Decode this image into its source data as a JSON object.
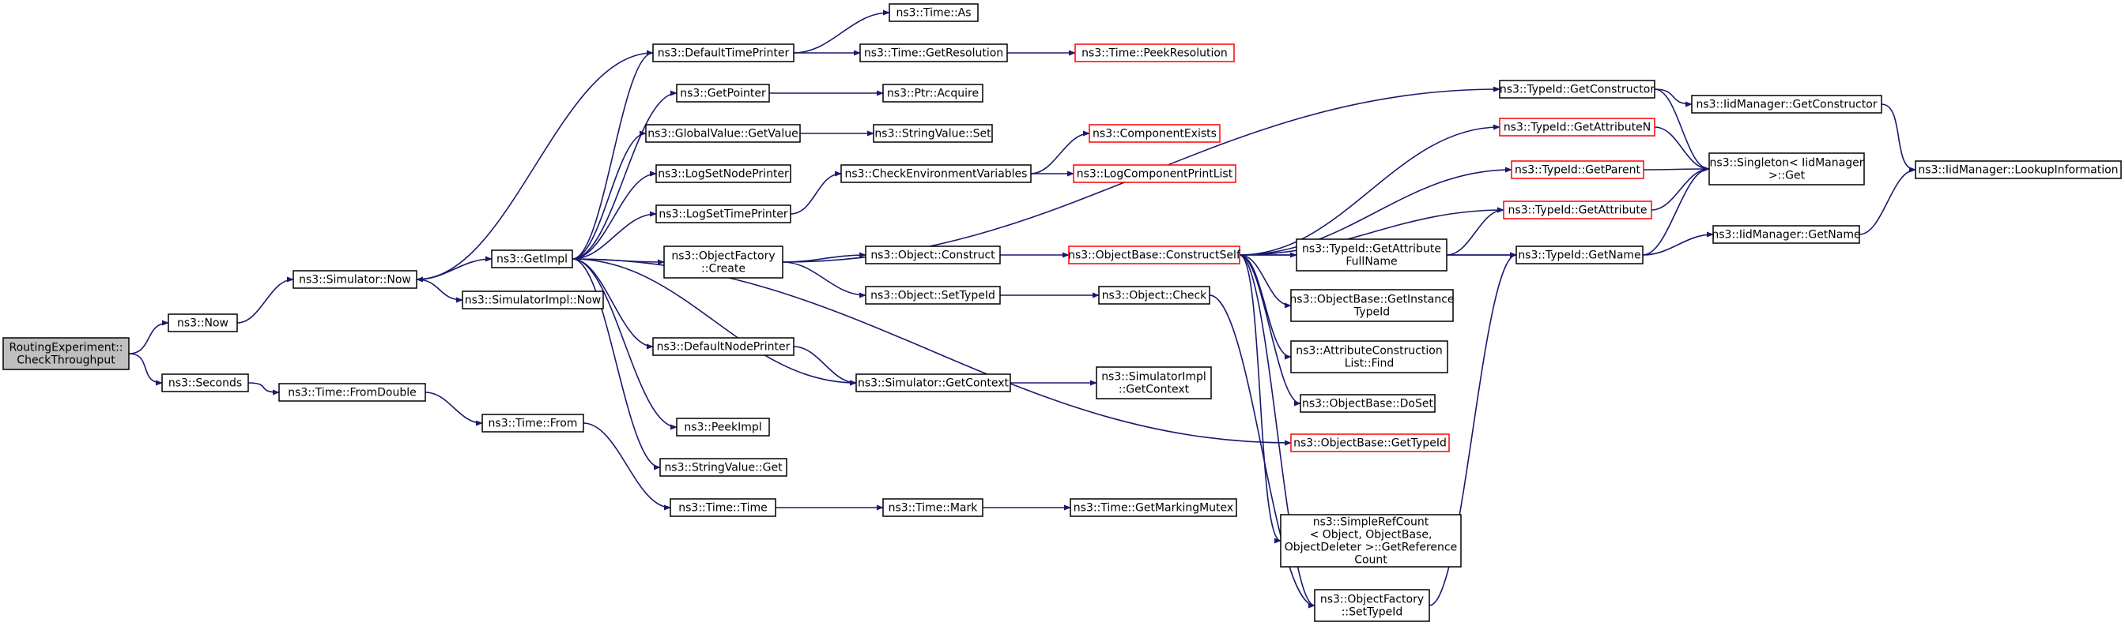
{
  "colors": {
    "edge": "#191970",
    "node_border": "#000000",
    "truncated_border": "#ff0000",
    "root_fill": "#bfbfbf"
  },
  "nodes": [
    {
      "id": "root",
      "lines": [
        "RoutingExperiment::",
        "CheckThroughput"
      ],
      "kind": "root"
    },
    {
      "id": "now",
      "lines": [
        "ns3::Now"
      ],
      "kind": "normal"
    },
    {
      "id": "seconds",
      "lines": [
        "ns3::Seconds"
      ],
      "kind": "normal"
    },
    {
      "id": "simnow",
      "lines": [
        "ns3::Simulator::Now"
      ],
      "kind": "normal"
    },
    {
      "id": "fromdouble",
      "lines": [
        "ns3::Time::FromDouble"
      ],
      "kind": "normal"
    },
    {
      "id": "getimpl",
      "lines": [
        "ns3::GetImpl"
      ],
      "kind": "normal"
    },
    {
      "id": "simimplnow",
      "lines": [
        "ns3::SimulatorImpl::Now"
      ],
      "kind": "normal"
    },
    {
      "id": "timefrom",
      "lines": [
        "ns3::Time::From"
      ],
      "kind": "normal"
    },
    {
      "id": "deftimeprinter",
      "lines": [
        "ns3::DefaultTimePrinter"
      ],
      "kind": "normal"
    },
    {
      "id": "getpointer",
      "lines": [
        "ns3::GetPointer"
      ],
      "kind": "normal"
    },
    {
      "id": "gvgetvalue",
      "lines": [
        "ns3::GlobalValue::GetValue"
      ],
      "kind": "normal"
    },
    {
      "id": "logsetnode",
      "lines": [
        "ns3::LogSetNodePrinter"
      ],
      "kind": "normal"
    },
    {
      "id": "logsettime",
      "lines": [
        "ns3::LogSetTimePrinter"
      ],
      "kind": "normal"
    },
    {
      "id": "objfactcreate",
      "lines": [
        "ns3::ObjectFactory",
        "::Create"
      ],
      "kind": "normal"
    },
    {
      "id": "defnodeprinter",
      "lines": [
        "ns3::DefaultNodePrinter"
      ],
      "kind": "normal"
    },
    {
      "id": "peekimpl",
      "lines": [
        "ns3::PeekImpl"
      ],
      "kind": "normal"
    },
    {
      "id": "svget",
      "lines": [
        "ns3::StringValue::Get"
      ],
      "kind": "normal"
    },
    {
      "id": "timetime",
      "lines": [
        "ns3::Time::Time"
      ],
      "kind": "normal"
    },
    {
      "id": "timeas",
      "lines": [
        "ns3::Time::As"
      ],
      "kind": "normal"
    },
    {
      "id": "timegetres",
      "lines": [
        "ns3::Time::GetResolution"
      ],
      "kind": "normal"
    },
    {
      "id": "ptracquire",
      "lines": [
        "ns3::Ptr::Acquire"
      ],
      "kind": "normal"
    },
    {
      "id": "svset",
      "lines": [
        "ns3::StringValue::Set"
      ],
      "kind": "normal"
    },
    {
      "id": "checkenv",
      "lines": [
        "ns3::CheckEnvironmentVariables"
      ],
      "kind": "normal"
    },
    {
      "id": "objconstruct",
      "lines": [
        "ns3::Object::Construct"
      ],
      "kind": "normal"
    },
    {
      "id": "objsettypeid",
      "lines": [
        "ns3::Object::SetTypeId"
      ],
      "kind": "normal"
    },
    {
      "id": "simgetctx",
      "lines": [
        "ns3::Simulator::GetContext"
      ],
      "kind": "normal"
    },
    {
      "id": "timemark",
      "lines": [
        "ns3::Time::Mark"
      ],
      "kind": "normal"
    },
    {
      "id": "peekres",
      "lines": [
        "ns3::Time::PeekResolution"
      ],
      "kind": "truncated"
    },
    {
      "id": "compexists",
      "lines": [
        "ns3::ComponentExists"
      ],
      "kind": "truncated"
    },
    {
      "id": "logcompprint",
      "lines": [
        "ns3::LogComponentPrintList"
      ],
      "kind": "truncated"
    },
    {
      "id": "objbaseconstruct",
      "lines": [
        "ns3::ObjectBase::ConstructSelf"
      ],
      "kind": "truncated"
    },
    {
      "id": "objcheck",
      "lines": [
        "ns3::Object::Check"
      ],
      "kind": "normal"
    },
    {
      "id": "simimplgetctx",
      "lines": [
        "ns3::SimulatorImpl",
        "::GetContext"
      ],
      "kind": "normal"
    },
    {
      "id": "getmarkingmutex",
      "lines": [
        "ns3::Time::GetMarkingMutex"
      ],
      "kind": "normal"
    },
    {
      "id": "tidgetattrfull",
      "lines": [
        "ns3::TypeId::GetAttribute",
        "FullName"
      ],
      "kind": "normal"
    },
    {
      "id": "objbasegetinst",
      "lines": [
        "ns3::ObjectBase::GetInstance",
        "TypeId"
      ],
      "kind": "normal"
    },
    {
      "id": "attrconstfind",
      "lines": [
        "ns3::AttributeConstruction",
        "List::Find"
      ],
      "kind": "normal"
    },
    {
      "id": "objbasedoset",
      "lines": [
        "ns3::ObjectBase::DoSet"
      ],
      "kind": "normal"
    },
    {
      "id": "objbasegettid",
      "lines": [
        "ns3::ObjectBase::GetTypeId"
      ],
      "kind": "truncated"
    },
    {
      "id": "simplerefcount",
      "lines": [
        "ns3::SimpleRefCount",
        "< Object, ObjectBase,",
        "ObjectDeleter >::GetReference",
        "Count"
      ],
      "kind": "normal"
    },
    {
      "id": "objfactsettid",
      "lines": [
        "ns3::ObjectFactory",
        "::SetTypeId"
      ],
      "kind": "normal"
    },
    {
      "id": "tidgetctor",
      "lines": [
        "ns3::TypeId::GetConstructor"
      ],
      "kind": "normal"
    },
    {
      "id": "tidgetattrn",
      "lines": [
        "ns3::TypeId::GetAttributeN"
      ],
      "kind": "truncated"
    },
    {
      "id": "tidgetparent",
      "lines": [
        "ns3::TypeId::GetParent"
      ],
      "kind": "truncated"
    },
    {
      "id": "tidgetattr",
      "lines": [
        "ns3::TypeId::GetAttribute"
      ],
      "kind": "truncated"
    },
    {
      "id": "tidgetname",
      "lines": [
        "ns3::TypeId::GetName"
      ],
      "kind": "normal"
    },
    {
      "id": "iidgetctor",
      "lines": [
        "ns3::IidManager::GetConstructor"
      ],
      "kind": "normal"
    },
    {
      "id": "singleton",
      "lines": [
        "ns3::Singleton< IidManager",
        ">::Get"
      ],
      "kind": "normal"
    },
    {
      "id": "iidgetname",
      "lines": [
        "ns3::IidManager::GetName"
      ],
      "kind": "normal"
    },
    {
      "id": "iidlookup",
      "lines": [
        "ns3::IidManager::LookupInformation"
      ],
      "kind": "normal"
    }
  ],
  "edges": [
    [
      "root",
      "now"
    ],
    [
      "root",
      "seconds"
    ],
    [
      "now",
      "simnow"
    ],
    [
      "seconds",
      "fromdouble"
    ],
    [
      "simnow",
      "getimpl"
    ],
    [
      "simnow",
      "simimplnow"
    ],
    [
      "fromdouble",
      "timefrom"
    ],
    [
      "timefrom",
      "timetime"
    ],
    [
      "getimpl",
      "deftimeprinter"
    ],
    [
      "getimpl",
      "getpointer"
    ],
    [
      "getimpl",
      "gvgetvalue"
    ],
    [
      "getimpl",
      "logsetnode"
    ],
    [
      "getimpl",
      "logsettime"
    ],
    [
      "getimpl",
      "objfactcreate"
    ],
    [
      "getimpl",
      "defnodeprinter"
    ],
    [
      "getimpl",
      "peekimpl"
    ],
    [
      "getimpl",
      "svget"
    ],
    [
      "getimpl",
      "simgetctx"
    ],
    [
      "getimpl",
      "objbasegettid"
    ],
    [
      "deftimeprinter",
      "simnow"
    ],
    [
      "deftimeprinter",
      "timeas"
    ],
    [
      "deftimeprinter",
      "timegetres"
    ],
    [
      "timegetres",
      "peekres"
    ],
    [
      "getpointer",
      "ptracquire"
    ],
    [
      "gvgetvalue",
      "svset"
    ],
    [
      "logsettime",
      "checkenv"
    ],
    [
      "checkenv",
      "compexists"
    ],
    [
      "checkenv",
      "logcompprint"
    ],
    [
      "objfactcreate",
      "objconstruct"
    ],
    [
      "objfactcreate",
      "objsettypeid"
    ],
    [
      "objfactcreate",
      "tidgetctor"
    ],
    [
      "objconstruct",
      "objbaseconstruct"
    ],
    [
      "objsettypeid",
      "objcheck"
    ],
    [
      "objcheck",
      "objfactsettid"
    ],
    [
      "defnodeprinter",
      "simgetctx"
    ],
    [
      "simgetctx",
      "simimplgetctx"
    ],
    [
      "timetime",
      "timemark"
    ],
    [
      "timemark",
      "getmarkingmutex"
    ],
    [
      "objbaseconstruct",
      "tidgetattrn"
    ],
    [
      "objbaseconstruct",
      "tidgetparent"
    ],
    [
      "objbaseconstruct",
      "tidgetattr"
    ],
    [
      "objbaseconstruct",
      "tidgetattrfull"
    ],
    [
      "objbaseconstruct",
      "objbasegetinst"
    ],
    [
      "objbaseconstruct",
      "attrconstfind"
    ],
    [
      "objbaseconstruct",
      "objbasedoset"
    ],
    [
      "objbaseconstruct",
      "simplerefcount"
    ],
    [
      "objbaseconstruct",
      "objfactsettid"
    ],
    [
      "objbaseconstruct",
      "tidgetname"
    ],
    [
      "tidgetattrfull",
      "tidgetattr"
    ],
    [
      "tidgetattrfull",
      "tidgetname"
    ],
    [
      "objfactsettid",
      "tidgetname"
    ],
    [
      "tidgetctor",
      "iidgetctor"
    ],
    [
      "tidgetctor",
      "singleton"
    ],
    [
      "tidgetattrn",
      "singleton"
    ],
    [
      "tidgetparent",
      "singleton"
    ],
    [
      "tidgetattr",
      "singleton"
    ],
    [
      "tidgetname",
      "singleton"
    ],
    [
      "tidgetname",
      "iidgetname"
    ],
    [
      "iidgetctor",
      "iidlookup"
    ],
    [
      "iidgetname",
      "iidlookup"
    ]
  ]
}
